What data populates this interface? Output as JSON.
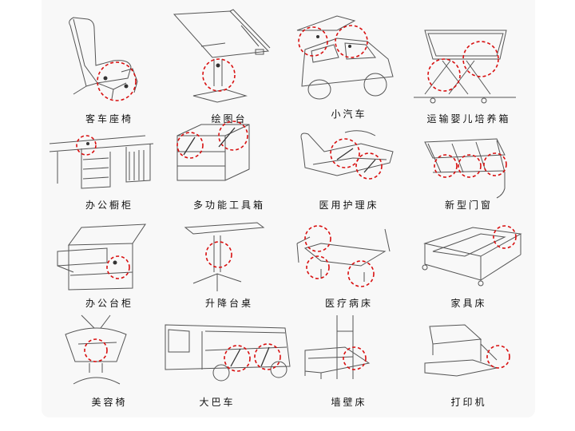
{
  "colors": {
    "panel_background": "#f8f8f8",
    "highlight": "#d81010",
    "line_art": "#555555",
    "label_text": "#111111"
  },
  "items": [
    {
      "label": "客车座椅",
      "icon": "passenger-seat-illustration"
    },
    {
      "label": "绘图台",
      "icon": "drafting-table-illustration"
    },
    {
      "label": "小汽车",
      "icon": "car-illustration"
    },
    {
      "label": "运输婴儿培养箱",
      "icon": "infant-incubator-illustration"
    },
    {
      "label": "办公橱柜",
      "icon": "office-cabinet-illustration"
    },
    {
      "label": "多功能工具箱",
      "icon": "toolbox-illustration"
    },
    {
      "label": "医用护理床",
      "icon": "nursing-bed-illustration"
    },
    {
      "label": "新型门窗",
      "icon": "window-illustration"
    },
    {
      "label": "办公台柜",
      "icon": "desk-drawer-illustration"
    },
    {
      "label": "升降台桌",
      "icon": "lift-table-illustration"
    },
    {
      "label": "医疗病床",
      "icon": "hospital-bed-illustration"
    },
    {
      "label": "家具床",
      "icon": "furniture-bed-illustration"
    },
    {
      "label": "美容椅",
      "icon": "beauty-chair-illustration"
    },
    {
      "label": "大巴车",
      "icon": "bus-illustration"
    },
    {
      "label": "墙壁床",
      "icon": "wall-bed-illustration"
    },
    {
      "label": "打印机",
      "icon": "printer-illustration"
    }
  ]
}
